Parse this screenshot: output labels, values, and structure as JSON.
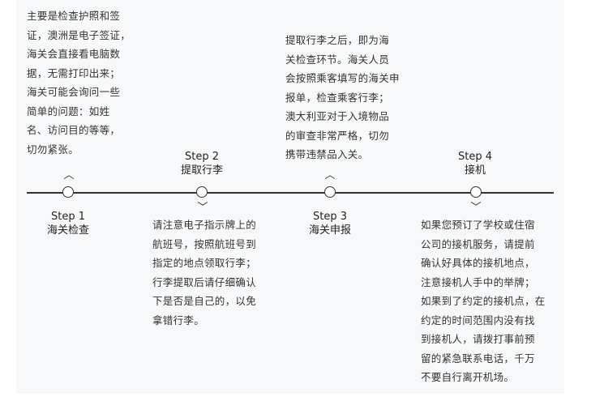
{
  "steps": [
    {
      "step": "Step 1",
      "title": "海关检查",
      "lines": [
        "主要是检查护照和签",
        "证，澳洲是电子签证，",
        "海关会直接看电脑数",
        "据，无需打印出来；",
        "海关可能会询问一些",
        "简单的问题：如姓",
        "名、访问目的等等，",
        "切勿紧张。"
      ]
    },
    {
      "step": "Step 2",
      "title": "提取行李",
      "lines": [
        "请注意电子指示牌上的",
        "航班号，按照航班号到",
        "指定的地点领取行李；",
        "行李提取后请仔细确认",
        "下是否是自己的，以免",
        "拿错行李。"
      ]
    },
    {
      "step": "Step 3",
      "title": "海关申报",
      "lines": [
        "提取行李之后，即为海",
        "关检查环节。海关人员",
        "会按照乘客填写的海关申",
        "报单，检查乘客行李；",
        "澳大利亚对于入境物品",
        "的审查非常严格，切勿",
        "携带违禁品入关。"
      ]
    },
    {
      "step": "Step 4",
      "title": "接机",
      "lines": [
        "如果您预订了学校或住宿",
        "公司的接机服务，请提前",
        "确认好具体的接机地点，",
        "注意接机人手中的举牌；",
        "如果到了约定的接机点，在",
        "约定的时间范围内没有找",
        "到接机人，请拨打事前预",
        "留的紧急联系电话，千万",
        "不要自行离开机场。"
      ]
    }
  ]
}
